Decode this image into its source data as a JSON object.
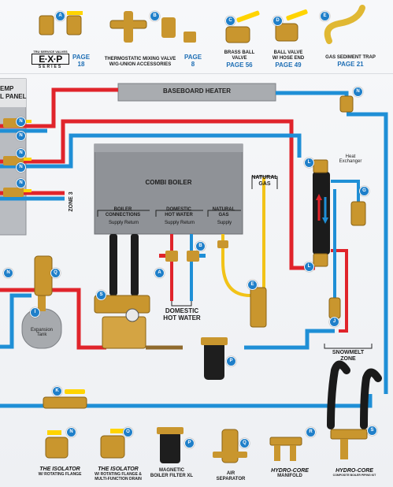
{
  "top_products": [
    {
      "letter": "A",
      "name_line1": "",
      "name_line2": "",
      "page_label": "PAGE",
      "page_num": "18",
      "brand_small": "TRU SERVICE VALVES",
      "brand_main": "E·X·P",
      "brand_sub": "SERIES"
    },
    {
      "letter": "B",
      "name_line1": "THERMOSTATIC MIXING VALVE",
      "name_line2": "W/G-UNION ACCESSORIES",
      "page_label": "PAGE",
      "page_num": "8"
    },
    {
      "letter": "C",
      "name_line1": "BRASS BALL",
      "name_line2": "VALVE",
      "page_label": "PAGE 56",
      "page_num": ""
    },
    {
      "letter": "D",
      "name_line1": "BALL VALVE",
      "name_line2": "W/ HOSE END",
      "page_label": "PAGE 49",
      "page_num": ""
    },
    {
      "letter": "E",
      "name_line1": "GAS SEDIMENT TRAP",
      "name_line2": "",
      "page_label": "PAGE 21",
      "page_num": ""
    }
  ],
  "diagram": {
    "temp_panel_line1": "EMP",
    "temp_panel_line2": "L PANEL",
    "baseboard_heater": "BASEBOARD HEATER",
    "combi_boiler": "COMBI BOILER",
    "boiler_connections": "BOILER\nCONNECTIONS",
    "domestic_hot_water_hdr": "DOMESTIC\nHOT WATER",
    "natural_gas_hdr": "NATURAL\nGAS",
    "supply_return_1": "Supply  Return",
    "supply_return_2": "Supply  Return",
    "supply_3": "Supply",
    "natural_gas_label": "NATURAL\nGAS",
    "heat_exchanger": "Heat\nExchanger",
    "zone_3": "ZONE 3",
    "domestic_hot_water_label": "DOMESTIC\nHOT WATER",
    "expansion_tank": "Expansion\nTank",
    "snowmelt_zone": "SNOWMELT\nZONE"
  },
  "badges": [
    "N",
    "N",
    "N",
    "N",
    "L",
    "G",
    "N",
    "Q",
    "S",
    "A",
    "B",
    "E",
    "L",
    "J",
    "P",
    "K",
    "I",
    "N",
    "N"
  ],
  "bottom_products": [
    {
      "letter": "N",
      "name_line1": "THE ISOLATOR",
      "name_line2": "W/ ROTATING FLANGE"
    },
    {
      "letter": "O",
      "name_line1": "THE ISOLATOR",
      "name_line2": "W/ ROTATING FLANGE &\nMULTI-FUNCTION DRAIN"
    },
    {
      "letter": "P",
      "name_line1": "MAGNETIC",
      "name_line2": "BOILER FILTER XL"
    },
    {
      "letter": "Q",
      "name_line1": "AIR",
      "name_line2": "SEPARATOR"
    },
    {
      "letter": "R",
      "name_line1": "HYDRO-CORE",
      "name_line2": "MANIFOLD"
    },
    {
      "letter": "S",
      "name_line1": "HYDRO-CORE",
      "name_line2": "COMPOSITE BOILER PIPING KIT"
    }
  ],
  "colors": {
    "supply": "#e0242b",
    "return": "#1f8fd6",
    "gas": "#f2c318",
    "brass": "#c9962e",
    "accent": "#1f7fc9"
  }
}
